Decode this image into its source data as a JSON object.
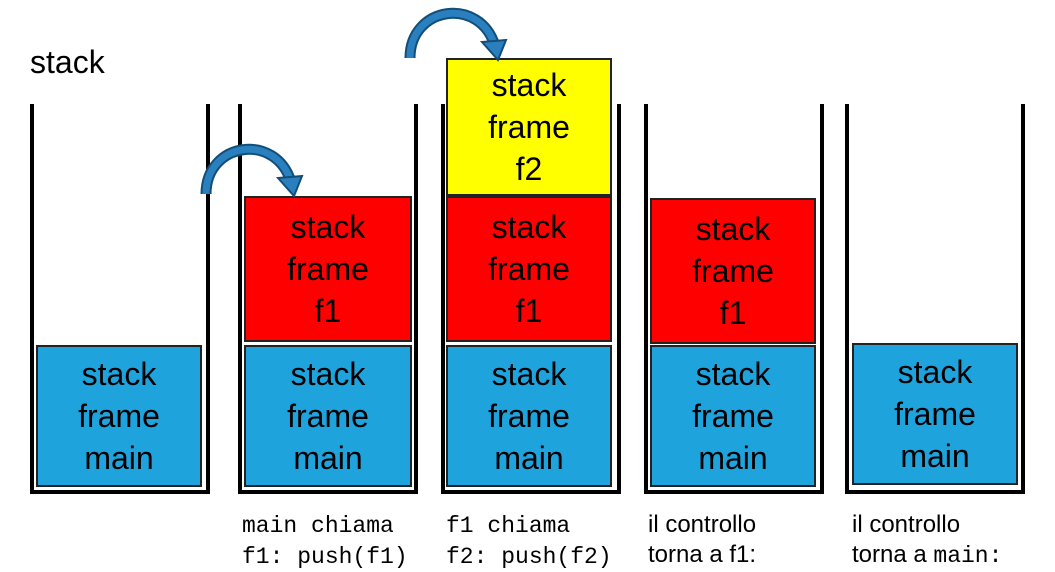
{
  "title": "stack",
  "frame_lines": [
    "stack",
    "frame"
  ],
  "frames": {
    "main": "main",
    "f1": "f1",
    "f2": "f2"
  },
  "captions": {
    "c2": {
      "l1_code": "main",
      "l1_text": " chiama",
      "l2": "f1: push(f1)"
    },
    "c3": {
      "l1_code": "f1",
      "l1_text": " chiama",
      "l2": "f2: push(f2)"
    },
    "c4": {
      "l1": "il controllo",
      "l2": "torna a f1:"
    },
    "c5": {
      "l1": "il controllo",
      "l2_text": "torna a ",
      "l2_code": "main:"
    }
  },
  "colors": {
    "main": "#1fa3dc",
    "f1": "#ff0000",
    "f2": "#ffff00",
    "arrow": "#2a7fbf"
  }
}
